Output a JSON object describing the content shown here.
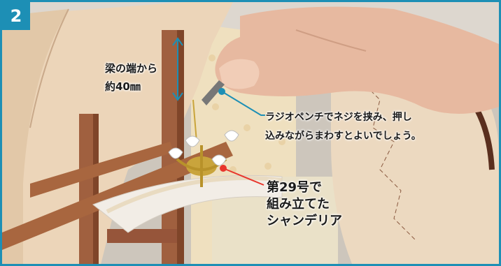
{
  "step_number": "2",
  "captions": {
    "beam_distance": [
      "梁の端から",
      "約40㎜"
    ],
    "pliers_instruction": [
      "ラジオペンチでネジを挟み、押し",
      "込みながらまわすとよいでしょう。"
    ],
    "chandelier_label": [
      "第29号で",
      "組み立てた",
      "シャンデリア"
    ]
  },
  "colors": {
    "frame": "#1d8fb5",
    "pointer_teal": "#1d8fb5",
    "pointer_red": "#e8352c",
    "wood_panel": "#ecd6bd",
    "beam": "#9c5a3a",
    "wallpaper": "#f1e4c4",
    "chandelier_gold": "#c9a43c"
  },
  "icons": [
    "dimension-arrow-icon"
  ]
}
